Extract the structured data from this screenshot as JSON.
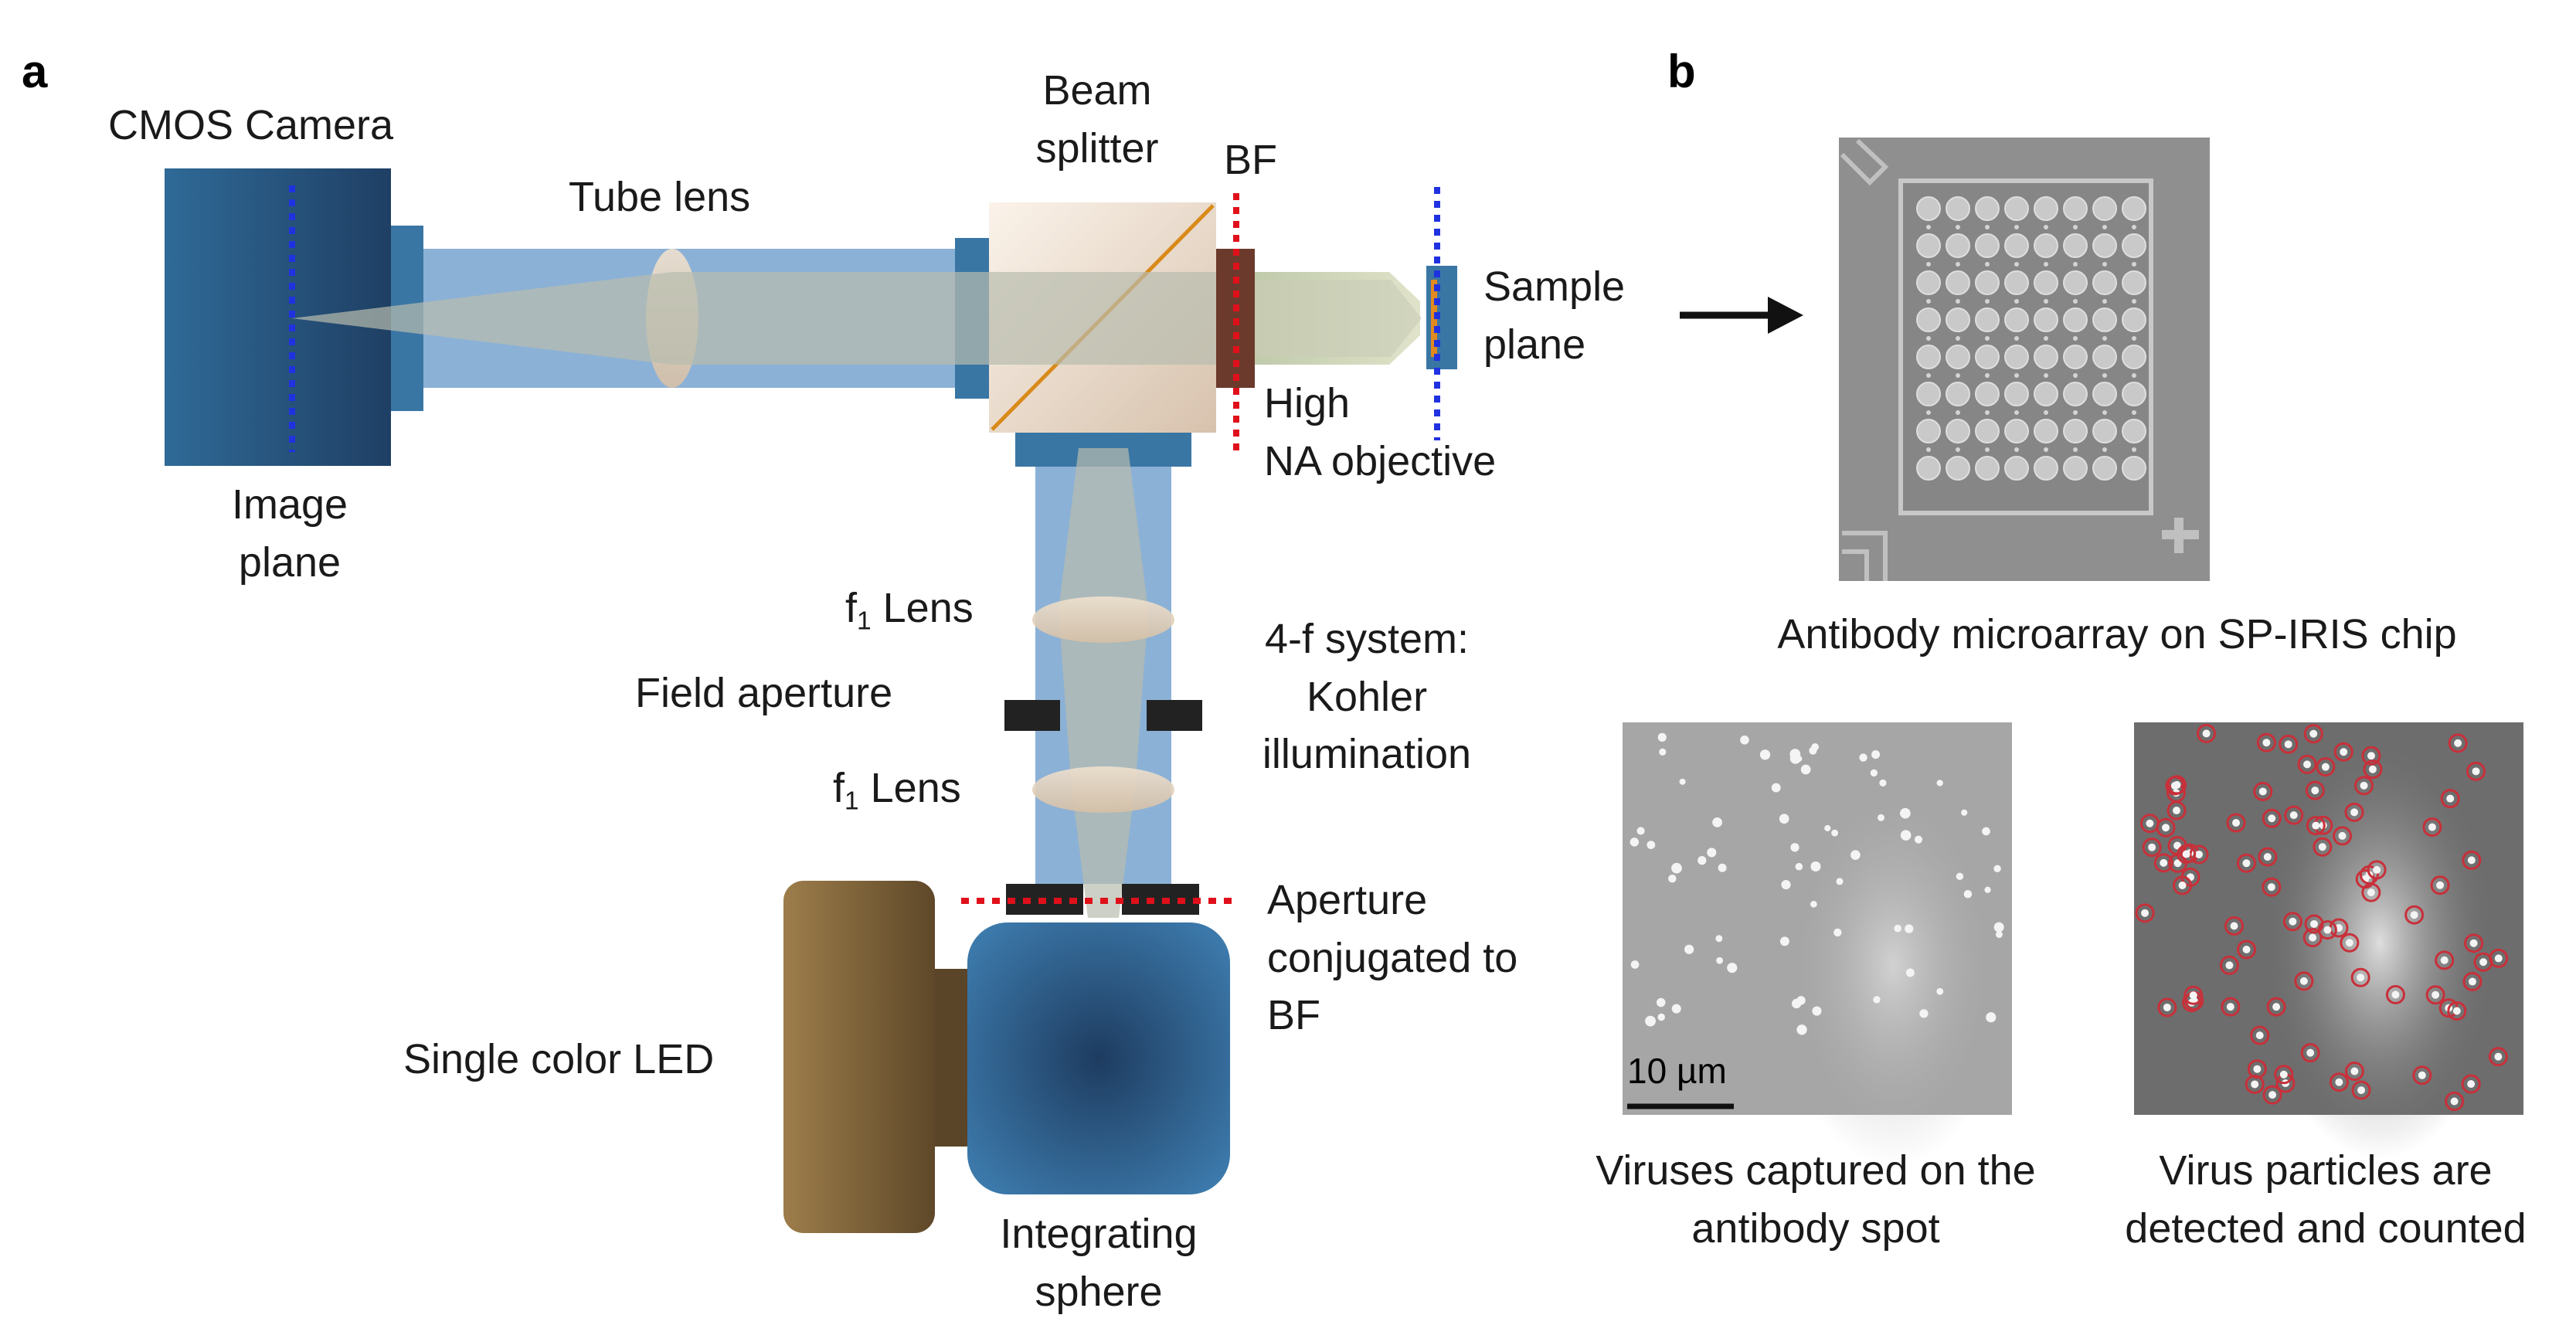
{
  "panels": {
    "a": "a",
    "b": "b"
  },
  "labels": {
    "cmos_camera": "CMOS Camera",
    "image_plane_1": "Image",
    "image_plane_2": "plane",
    "tube_lens": "Tube lens",
    "beam_splitter_1": "Beam",
    "beam_splitter_2": "splitter",
    "bf": "BF",
    "sample_plane_1": "Sample",
    "sample_plane_2": "plane",
    "objective_1": "High",
    "objective_2": "NA objective",
    "f1_lens_top_f": "f",
    "f1_lens_top_sub": "1",
    "f1_lens_top_rest": " Lens",
    "field_aperture": "Field aperture",
    "f1_lens_bottom_f": "f",
    "f1_lens_bottom_sub": "1",
    "f1_lens_bottom_rest": " Lens",
    "four_f_1": "4-f system:",
    "four_f_2": "Kohler",
    "four_f_3": "illumination",
    "aperture_1": "Aperture",
    "aperture_2": "conjugated to",
    "aperture_3": "BF",
    "led": "Single color LED",
    "sphere_1": "Integrating",
    "sphere_2": "sphere"
  },
  "panel_b": {
    "chip_caption": "Antibody microarray on SP-IRIS chip",
    "scale_bar": "10 µm",
    "captured_1": "Viruses captured on the",
    "captured_2": "antibody spot",
    "counted_1": "Virus particles are",
    "counted_2": "detected and counted",
    "microarray_rows": 8,
    "microarray_cols": 8
  },
  "colors": {
    "beam_blue": "#8cb1d6",
    "camera_blue": "#2e5f8a",
    "ray_gray": "#b8bcae",
    "aperture_red": "#e0101a",
    "plane_blue": "#2032e0",
    "splitter_orange": "#d98a1a",
    "led_brown": "#8a6a3c",
    "detection_red": "#c8303a"
  }
}
